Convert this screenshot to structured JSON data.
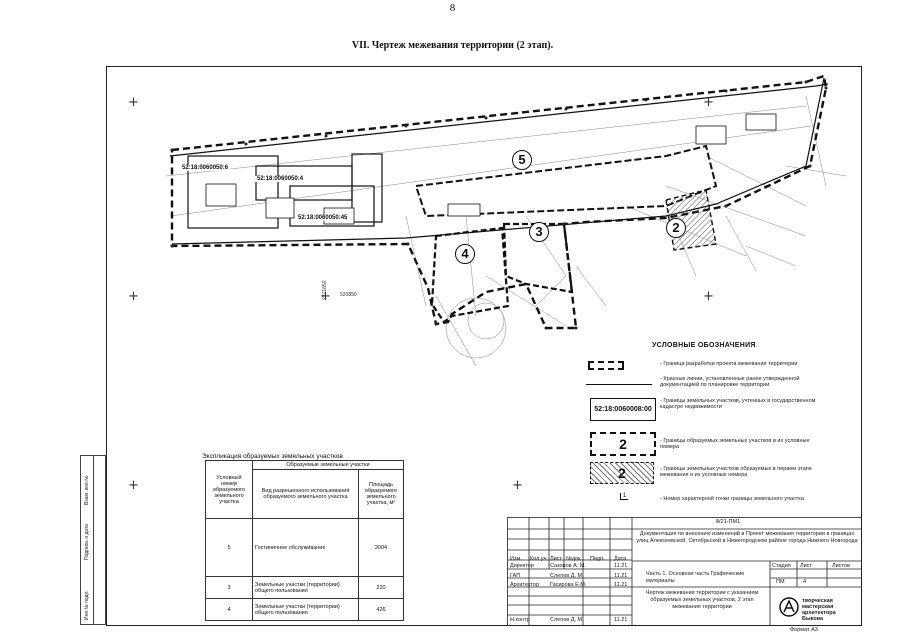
{
  "page": {
    "number": "8",
    "title": "VII.  Чертеж межевания территории (2 этап)."
  },
  "map": {
    "zones": [
      "5",
      "3",
      "4",
      "2"
    ],
    "cadastral_labels": [
      "52:18:0060050:6",
      "52:18:0060050:4",
      "52:18:0060050:45"
    ],
    "coord_label": "520850",
    "vertical_coord_label": "2271850"
  },
  "legend": {
    "title": "УСЛОВНЫЕ ОБОЗНАЧЕНИЯ",
    "items": [
      {
        "text": "- Граница разработки проекта межевания территории"
      },
      {
        "text": "- Красные линии, установленные ранее утвержденной документацией по планировке территории"
      },
      {
        "symbol": "52:18:0060008:00",
        "text": "- Границы земельных участков, учтенных в государственном кадастре недвижимости"
      },
      {
        "symbol": "2",
        "text": "- Границы образуемых земельных участков и их условные номера"
      },
      {
        "symbol": "2",
        "text": "- Границы земельных участков образуемых в первом этапе межевания и их условные номера"
      },
      {
        "symbol": "1",
        "text": "- Номер характерной точки границы земельного участка"
      }
    ]
  },
  "explication": {
    "title": "Экспликация образуемых земельных участков",
    "group_header": "Образуемые земельные участки",
    "headers": [
      "Условный номер образуемого земельного участка",
      "Вид разрешенного использования образуемого земельного участка",
      "Площадь образуемого земельного участка, м²"
    ],
    "rows": [
      {
        "num": "5",
        "use": "Гостиничное обслуживание",
        "area": "2004"
      },
      {
        "num": "3",
        "use": "Земельные участки (территории) общего пользования",
        "area": "220"
      },
      {
        "num": "4",
        "use": "Земельные участки (территории) общего пользования",
        "area": "426"
      }
    ]
  },
  "stamp": {
    "code": "8/21-ПМ1",
    "doc_title": "Документация по внесению изменений в Проект межевания территории в границах улиц Алексеевской, Октябрьской в Нижегородском районе города Нижнего Новгорода",
    "headers": [
      "Изм.",
      "Кол.уч",
      "Лист",
      "№док.",
      "Подп.",
      "Дата"
    ],
    "people": [
      {
        "role": "Директор",
        "name": "Сазонов А. М.",
        "date": "11.21"
      },
      {
        "role": "ГАП",
        "name": "Слепов Д. М.",
        "date": "11.21"
      },
      {
        "role": "Архитектор",
        "name": "Гасирова Е.М.",
        "date": "11.21"
      },
      {
        "role": "Н.контр",
        "name": "Слепов Д. М.",
        "date": "11.21"
      }
    ],
    "part": "Часть 1. Основная часть Графические материалы",
    "stage_header": "Стадия",
    "sheet_header": "Лист",
    "sheets_header": "Листов",
    "stage": "ПМ",
    "sheet": "4",
    "sheets": "",
    "drawing_title": "Чертеж межевания территории с указанием образуемых земельных участков, 2 этап межевания территории",
    "company": "творческая мастерская архитектора Быкова",
    "format": "Формат А3"
  },
  "side_labels": [
    "Взам. инв.№",
    "Подпись и дата",
    "Инв.№ подл."
  ]
}
